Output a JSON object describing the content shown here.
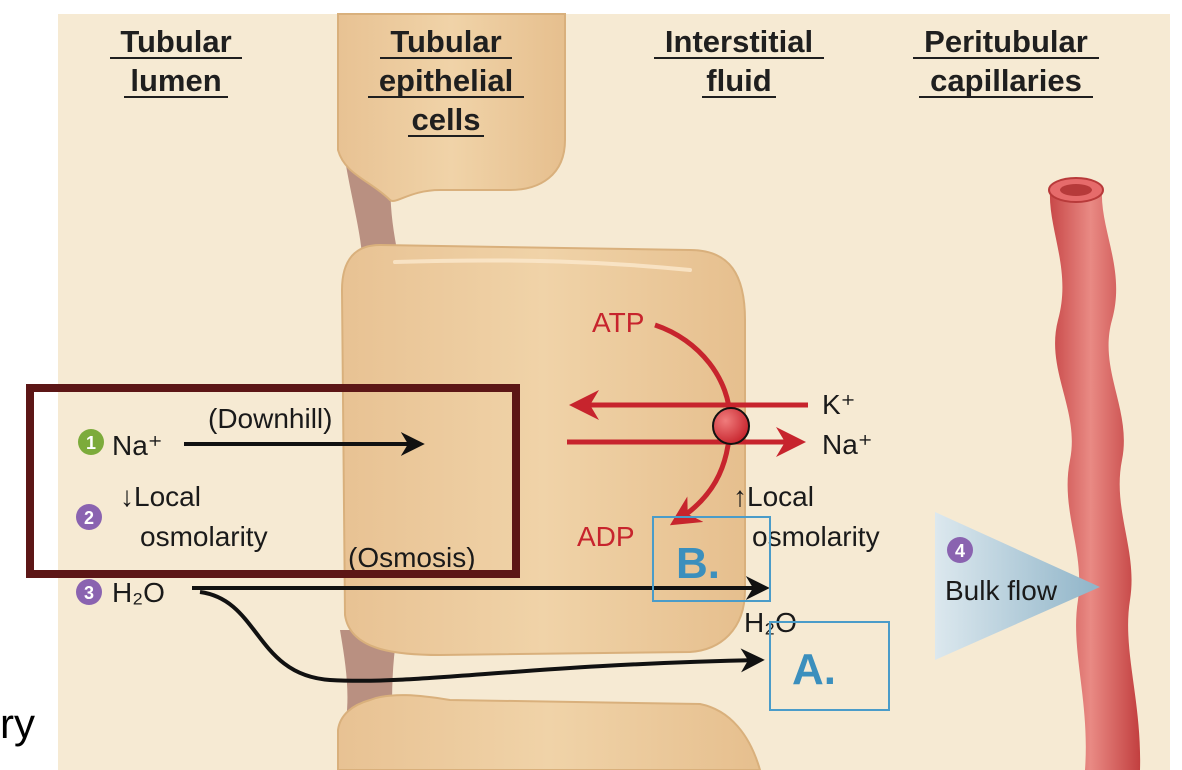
{
  "headers": {
    "lumen": [
      "Tubular",
      "lumen"
    ],
    "epithelial": [
      "Tubular",
      "epithelial",
      "cells"
    ],
    "interstitial": [
      "Interstitial",
      "fluid"
    ],
    "capillaries": [
      "Peritubular",
      "capillaries"
    ]
  },
  "steps": [
    {
      "number": "1",
      "color": "#7cab3b"
    },
    {
      "number": "2",
      "color": "#8a63b0"
    },
    {
      "number": "3",
      "color": "#8a63b0"
    },
    {
      "number": "4",
      "color": "#8a63b0"
    }
  ],
  "labels": {
    "na_plus": "Na⁺",
    "downhill": "(Downhill)",
    "local_osm_down_1": "↓Local",
    "local_osm_down_2": "osmolarity",
    "h2o_left": "H₂O",
    "osmosis": "(Osmosis)",
    "atp": "ATP",
    "adp": "ADP",
    "k_plus": "K⁺",
    "na_plus_right": "Na⁺",
    "local_osm_up_1": "↑Local",
    "local_osm_up_2": "osmolarity",
    "h2o_right": "H₂O",
    "bulk_flow": "Bulk flow"
  },
  "annotations": {
    "box_a": "A.",
    "box_b": "B."
  },
  "edge_text": "ry",
  "colors": {
    "background": "#f6ead3",
    "cell": "#edca9b",
    "junction": "#b99081",
    "pump": "#c7242d",
    "capillary": "#d85a5a",
    "highlight_box": "#5c1616",
    "label_box": "#4a9cc9"
  }
}
